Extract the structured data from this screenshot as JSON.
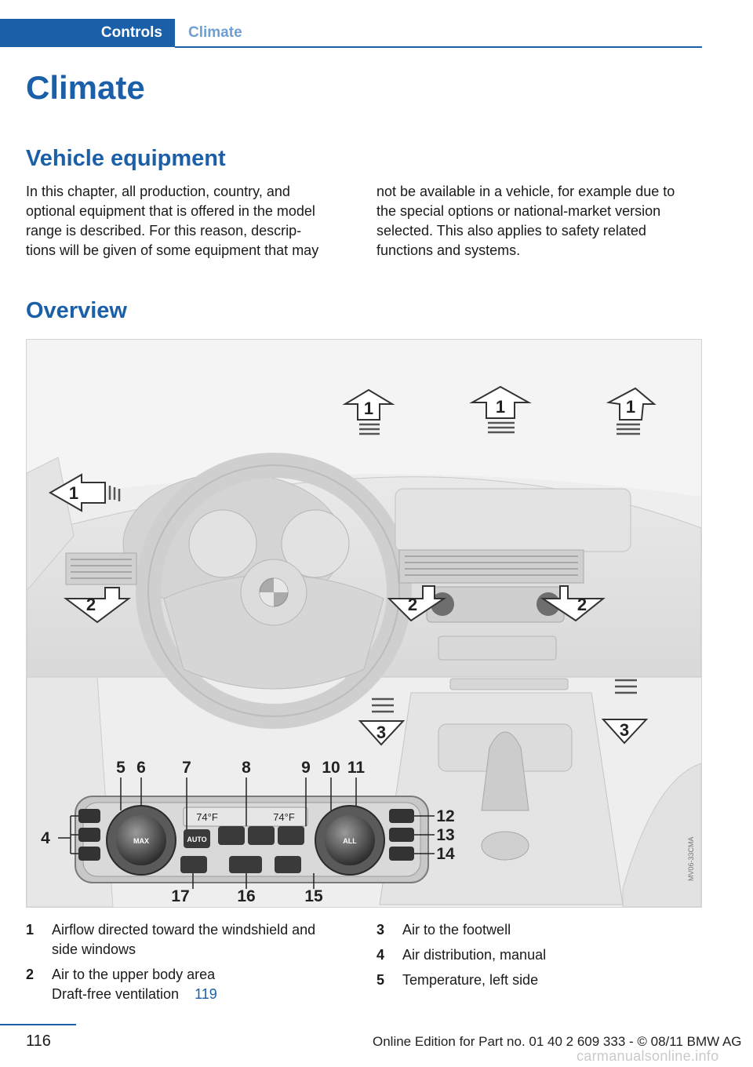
{
  "header": {
    "tab_section": "Controls",
    "tab_chapter": "Climate"
  },
  "title": "Climate",
  "section1": {
    "heading": "Vehicle equipment",
    "col1_lines": [
      "In this chapter, all production, country, and",
      "optional equipment that is offered in the model",
      "range is described. For this reason, descrip-",
      "tions will be given of some equipment that may"
    ],
    "col2_lines": [
      "not be available in a vehicle, for example due to",
      "the special options or national-market version",
      "selected. This also applies to safety related",
      "functions and systems."
    ]
  },
  "section2": {
    "heading": "Overview"
  },
  "figure": {
    "callouts": [
      "1",
      "1",
      "1",
      "1",
      "2",
      "2",
      "2",
      "3",
      "3",
      "4",
      "5",
      "6",
      "7",
      "8",
      "9",
      "10",
      "11",
      "12",
      "13",
      "14",
      "15",
      "16",
      "17"
    ],
    "panel_temp_left": "74°F",
    "panel_temp_right": "74°F",
    "panel_btn_max": "MAX",
    "panel_btn_auto": "AUTO",
    "panel_btn_all": "ALL",
    "code": "MV06-33CMA"
  },
  "legend": [
    {
      "num": "1",
      "lines": [
        "Airflow directed toward the windshield and",
        "side windows"
      ]
    },
    {
      "num": "2",
      "lines": [
        "Air to the upper body area",
        "Draft-free ventilation"
      ],
      "ref": "119"
    },
    {
      "num": "3",
      "lines": [
        "Air to the footwell"
      ]
    },
    {
      "num": "4",
      "lines": [
        "Air distribution, manual"
      ]
    },
    {
      "num": "5",
      "lines": [
        "Temperature, left side"
      ]
    }
  ],
  "footer": {
    "page_number": "116",
    "edition": "Online Edition for Part no. 01 40 2 609 333 - © 08/11 BMW AG",
    "watermark": "carmanualsonline.info"
  },
  "colors": {
    "accent": "#1b5fa8",
    "accent_light": "#6d9fd2"
  }
}
